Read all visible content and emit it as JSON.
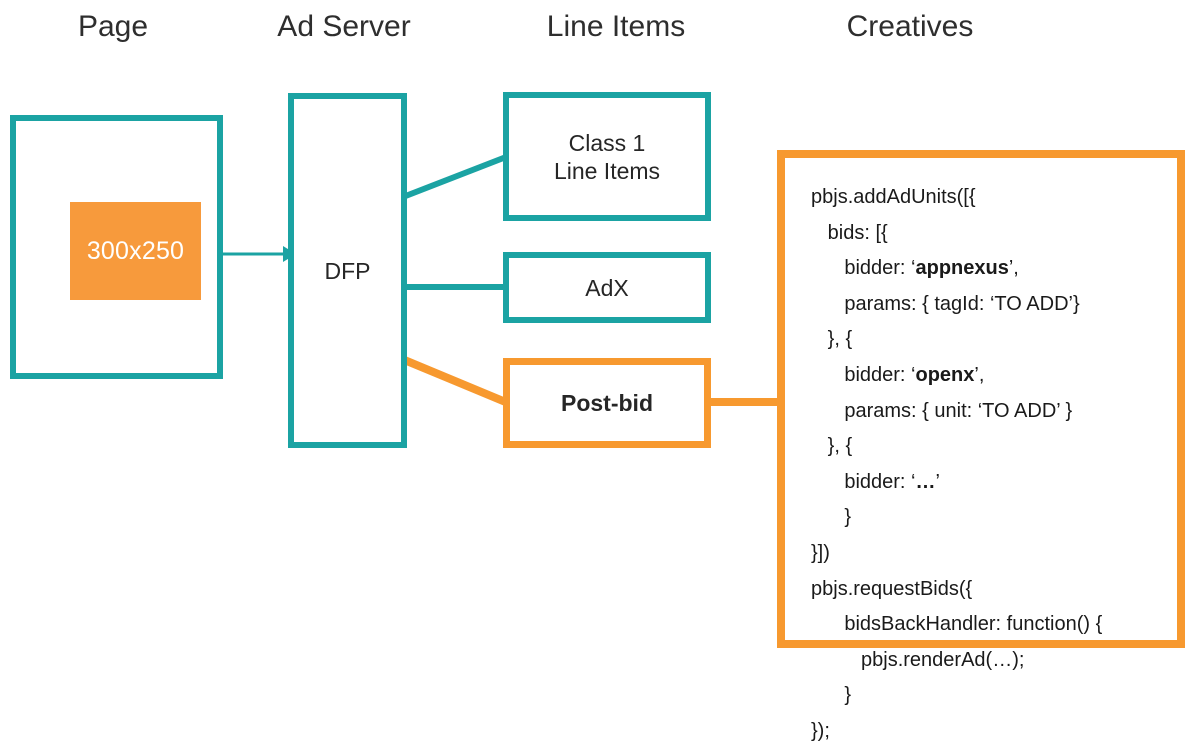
{
  "diagram": {
    "title": "Prebid post-bid ad serving flow",
    "colors": {
      "teal": "#1ba3a3",
      "orange": "#f7992f",
      "banner_orange": "#f79a3c",
      "text": "#262626",
      "background": "#ffffff"
    },
    "columns": [
      {
        "id": "page",
        "label": "Page"
      },
      {
        "id": "ad-server",
        "label": "Ad Server"
      },
      {
        "id": "line-items",
        "label": "Line Items"
      },
      {
        "id": "creatives",
        "label": "Creatives"
      }
    ],
    "nodes": {
      "page_box": {
        "label": "",
        "color": "teal"
      },
      "creative_banner": {
        "label": "300x250",
        "color": "orange-fill"
      },
      "ad_server": {
        "label": "DFP",
        "color": "teal"
      },
      "class1": {
        "label": "Class 1\nLine Items",
        "color": "teal"
      },
      "adx": {
        "label": "AdX",
        "color": "teal"
      },
      "postbid": {
        "label": "Post-bid",
        "color": "orange",
        "bold": true
      }
    },
    "edges": [
      {
        "from": "creative_banner",
        "to": "ad_server",
        "color": "teal",
        "arrow": true
      },
      {
        "from": "ad_server",
        "to": "class1",
        "color": "teal",
        "arrow": false
      },
      {
        "from": "ad_server",
        "to": "adx",
        "color": "teal",
        "arrow": false
      },
      {
        "from": "ad_server",
        "to": "postbid",
        "color": "orange",
        "arrow": false
      },
      {
        "from": "postbid",
        "to": "code_block",
        "color": "orange",
        "arrow": false
      }
    ],
    "code_block": {
      "border_color": "#f7992f",
      "lines": [
        {
          "indent": 0,
          "text": "pbjs.addAdUnits([{"
        },
        {
          "indent": 1,
          "text": "bids: [{"
        },
        {
          "indent": 2,
          "pre": "bidder: ‘",
          "bold": "appnexus",
          "post": "’,"
        },
        {
          "indent": 2,
          "text": "params: { tagId: ‘TO ADD’}"
        },
        {
          "indent": 1,
          "text": "}, {"
        },
        {
          "indent": 2,
          "pre": "bidder: ‘",
          "bold": "openx",
          "post": "’,"
        },
        {
          "indent": 2,
          "text": "params: { unit: ‘TO ADD’ }"
        },
        {
          "indent": 1,
          "text": "}, {"
        },
        {
          "indent": 2,
          "pre": "bidder: ‘",
          "bold": "…",
          "post": "’"
        },
        {
          "indent": 2,
          "text": "}"
        },
        {
          "indent": 0,
          "text": "}])"
        },
        {
          "indent": 0,
          "text": "pbjs.requestBids({"
        },
        {
          "indent": 2,
          "text": "bidsBackHandler: function() {"
        },
        {
          "indent": 3,
          "text": "pbjs.renderAd(…);"
        },
        {
          "indent": 2,
          "text": "}"
        },
        {
          "indent": 0,
          "text": "});"
        }
      ]
    }
  }
}
